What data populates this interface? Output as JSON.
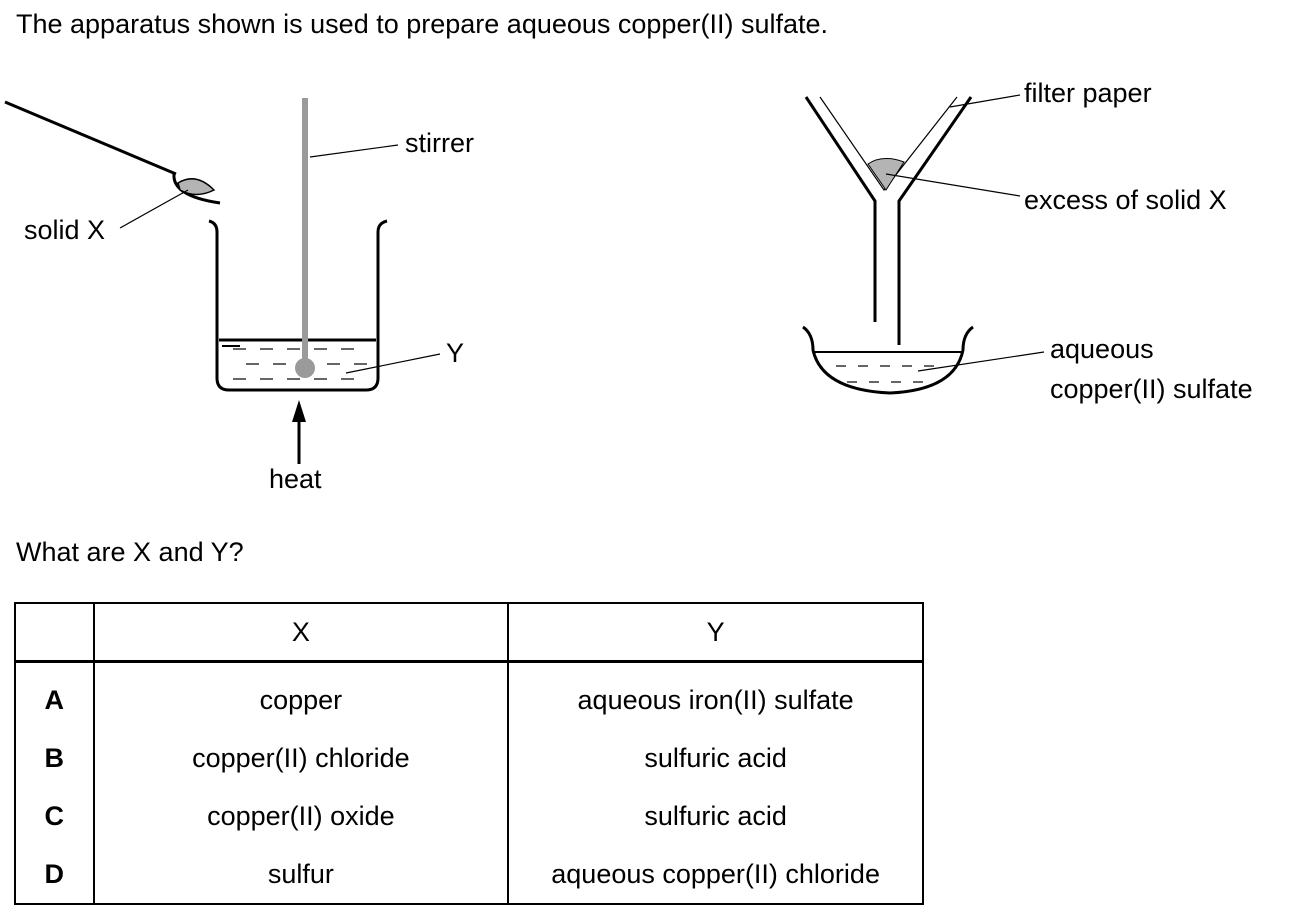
{
  "question": {
    "intro": "The apparatus shown is used to prepare aqueous copper(II) sulfate.",
    "prompt": "What are X and Y?"
  },
  "diagram": {
    "labels": {
      "stirrer": "stirrer",
      "solid_x": "solid X",
      "y": "Y",
      "heat": "heat",
      "filter_paper": "filter paper",
      "excess_solid_x": "excess of solid X",
      "aqueous_line1": "aqueous",
      "aqueous_line2": "copper(II) sulfate"
    }
  },
  "table": {
    "headers": [
      "",
      "X",
      "Y"
    ],
    "rows": [
      {
        "option": "A",
        "x": "copper",
        "y": "aqueous iron(II) sulfate"
      },
      {
        "option": "B",
        "x": "copper(II) chloride",
        "y": "sulfuric acid"
      },
      {
        "option": "C",
        "x": "copper(II) oxide",
        "y": "sulfuric acid"
      },
      {
        "option": "D",
        "x": "sulfur",
        "y": "aqueous copper(II) chloride"
      }
    ]
  }
}
